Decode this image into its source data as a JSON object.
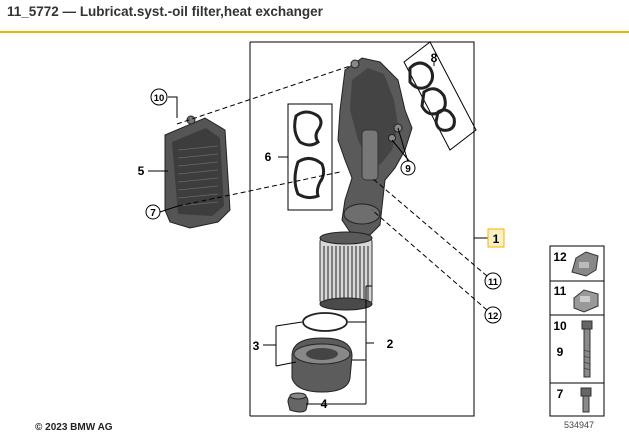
{
  "title": "11_5772 — Lubricat.syst.-oil filter,heat exchanger",
  "copyright": "© 2023 BMW AG",
  "reference_number": "534947",
  "accent_color": "#f1b400",
  "callouts": {
    "main_housing": "1",
    "cap_group": "2",
    "cap": "3",
    "plug": "4",
    "heat_exchanger": "5",
    "gasket_set_6": "6",
    "bolt_7": "7",
    "gasket_set_8": "8",
    "screw_9": "9",
    "part_10": "10",
    "part_11": "11",
    "part_12": "12"
  },
  "sidebar_parts": [
    {
      "number": "12",
      "name": "clip-icon"
    },
    {
      "number": "11",
      "name": "clamp-icon"
    },
    {
      "number": "10",
      "name": "bolt-icon"
    },
    {
      "number": "9",
      "name": "bolt-icon"
    },
    {
      "number": "7",
      "name": "screw-icon"
    }
  ]
}
